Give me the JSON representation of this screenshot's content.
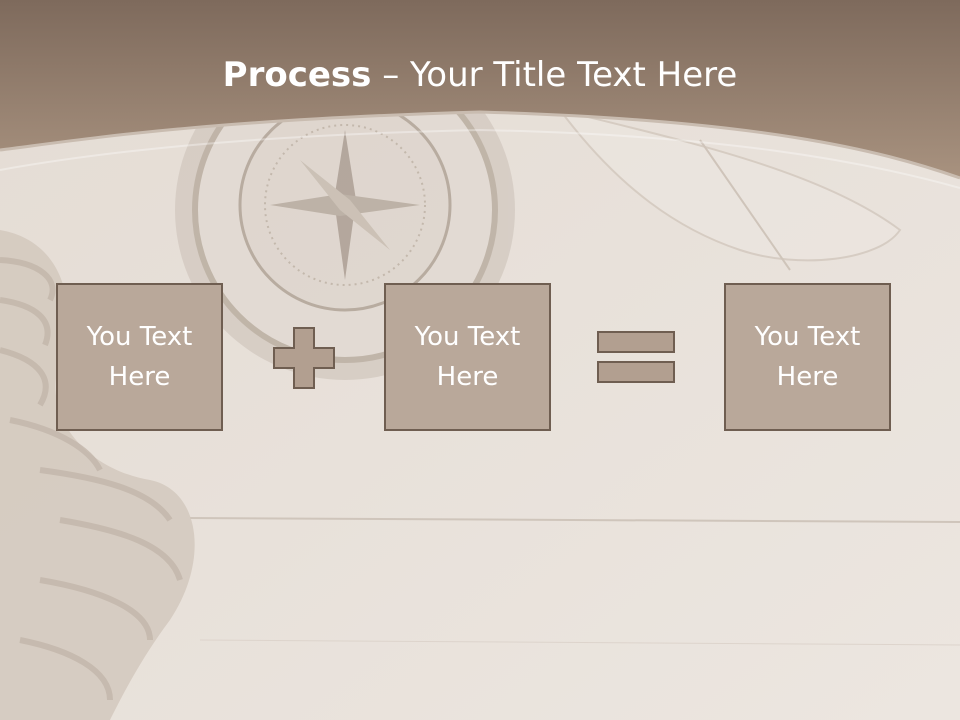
{
  "slide": {
    "title_bold": "Process",
    "title_dash": " – ",
    "title_rest": "Your Title Text Here"
  },
  "process": {
    "boxes": [
      {
        "text": "You Text Here"
      },
      {
        "text": "You Text Here"
      },
      {
        "text": "You Text Here"
      }
    ],
    "operators": [
      "plus-icon",
      "equals-icon"
    ]
  },
  "colors": {
    "header": "#8f7a6a",
    "box_fill": "#b9a89a",
    "box_border": "#6f5e51",
    "operator_fill": "#b29f90",
    "operator_stroke": "#6f5e51",
    "background": "#e7e0d9"
  }
}
